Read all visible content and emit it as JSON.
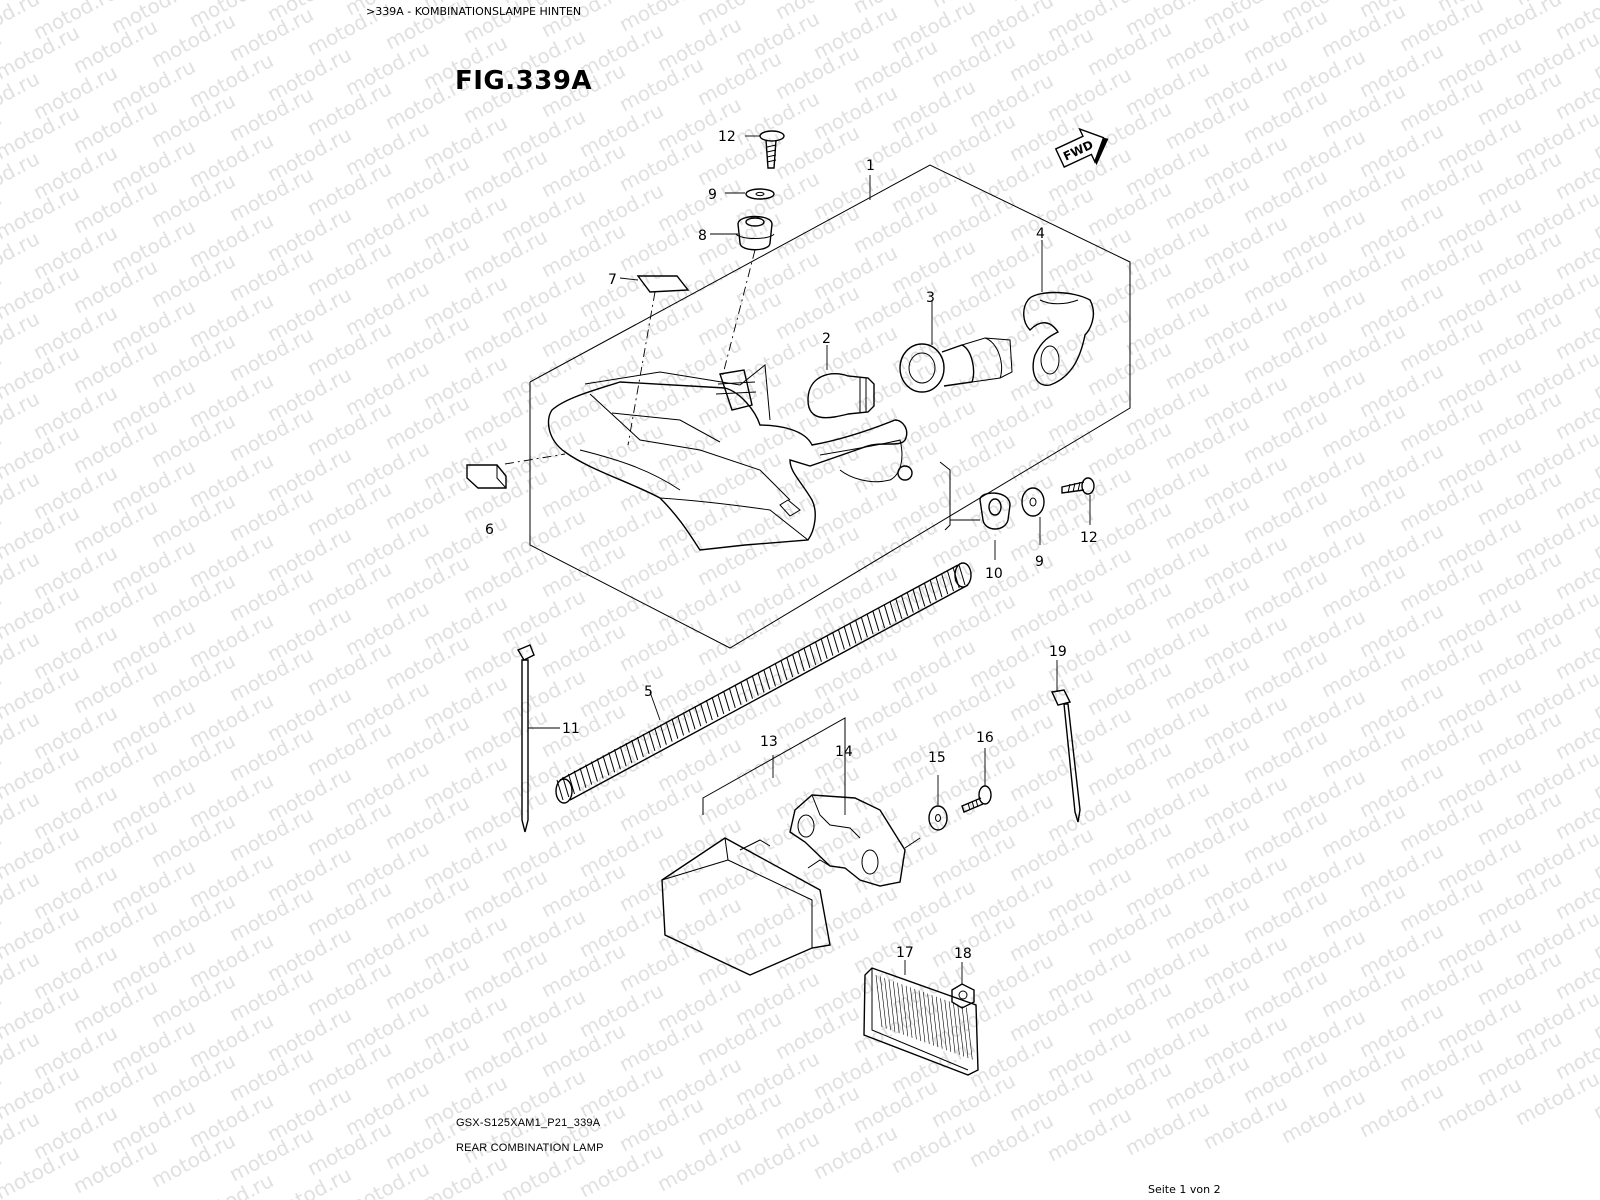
{
  "breadcrumb": ">339A - KOMBINATIONSLAMPE HINTEN",
  "figure_title": "FIG.339A",
  "fwd_label": "FWD",
  "watermark": "motod.ru",
  "caption_code": "GSX-S125XAM1_P21_339A",
  "caption_name": "REAR COMBINATION LAMP",
  "page_indicator": "Seite 1 von 2",
  "labels": {
    "c1": "1",
    "c2": "2",
    "c3": "3",
    "c4": "4",
    "c5": "5",
    "c6": "6",
    "c7": "7",
    "c8": "8",
    "c9a": "9",
    "c9b": "9",
    "c10": "10",
    "c11": "11",
    "c12a": "12",
    "c12b": "12",
    "c13": "13",
    "c14": "14",
    "c15": "15",
    "c16": "16",
    "c17": "17",
    "c18": "18",
    "c19": "19"
  }
}
